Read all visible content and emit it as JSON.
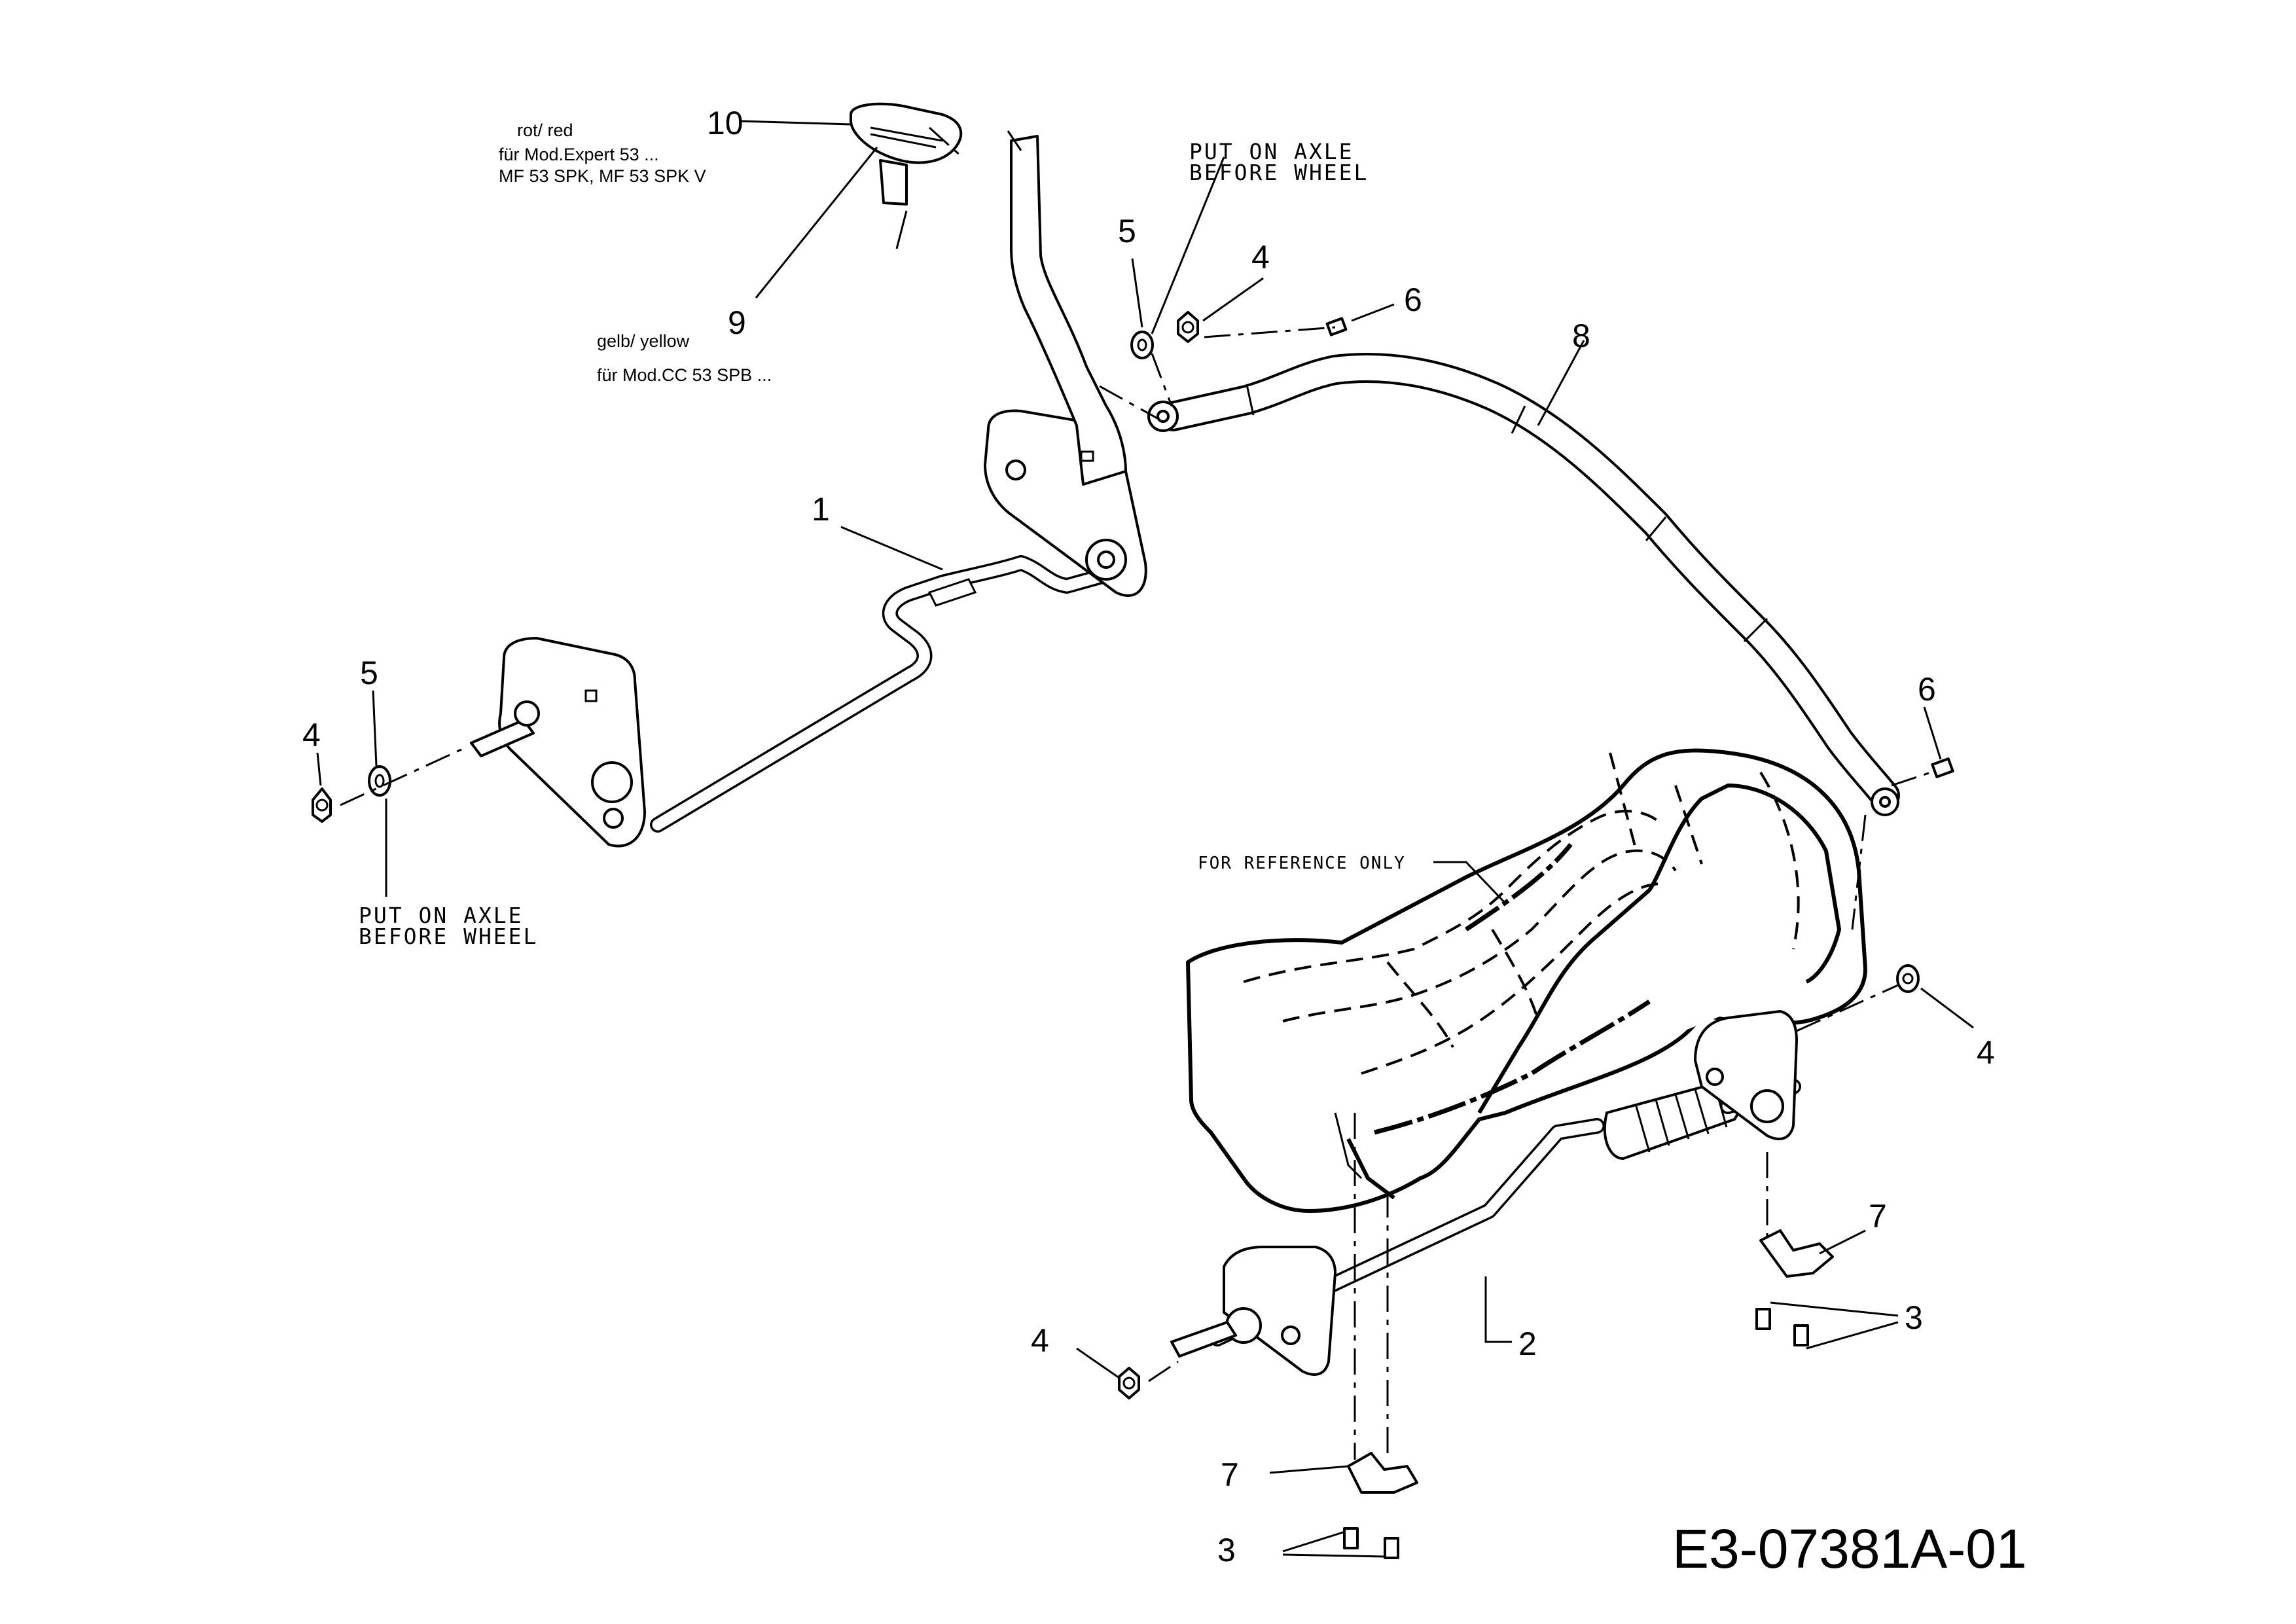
{
  "drawing_code": "E3-07381A-01",
  "notes": {
    "put_on_axle_line1": "PUT ON AXLE",
    "put_on_axle_line2": "BEFORE WHEEL",
    "for_reference_only": "FOR REFERENCE ONLY",
    "red_line1": "rot/ red",
    "red_line2": "für Mod.Expert 53 ...",
    "red_line3": "MF 53 SPK, MF 53 SPK V",
    "yellow_line1": "gelb/ yellow",
    "yellow_line2": "für Mod.CC 53 SPB ..."
  },
  "callouts": {
    "c1": "1",
    "c2": "2",
    "c3a": "3",
    "c3b": "3",
    "c4a": "4",
    "c4b": "4",
    "c4c": "4",
    "c4d": "4",
    "c5a": "5",
    "c5b": "5",
    "c6a": "6",
    "c6b": "6",
    "c7a": "7",
    "c7b": "7",
    "c8": "8",
    "c9": "9",
    "c10": "10"
  }
}
